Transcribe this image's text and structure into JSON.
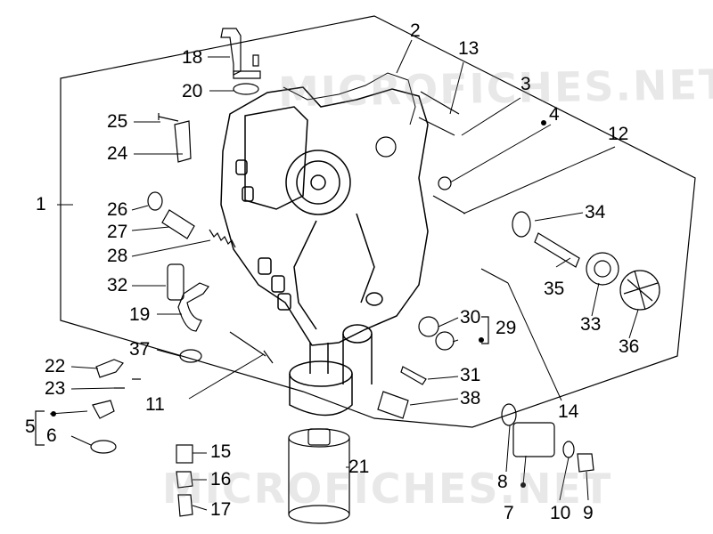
{
  "watermark": "MICROFICHES.NET",
  "callouts": {
    "c1": "1",
    "c2": "2",
    "c3": "3",
    "c4": "4",
    "c5": "5",
    "c6": "6",
    "c7": "7",
    "c8": "8",
    "c9": "9",
    "c10": "10",
    "c11": "11",
    "c12": "12",
    "c13": "13",
    "c14": "14",
    "c15": "15",
    "c16": "16",
    "c17": "17",
    "c18": "18",
    "c19": "19",
    "c20": "20",
    "c21": "21",
    "c22": "22",
    "c23": "23",
    "c24": "24",
    "c25": "25",
    "c26": "26",
    "c27": "27",
    "c28": "28",
    "c29": "29",
    "c30": "30",
    "c31": "31",
    "c32": "32",
    "c33": "33",
    "c34": "34",
    "c35": "35",
    "c36": "36",
    "c37": "37",
    "c38": "38"
  }
}
